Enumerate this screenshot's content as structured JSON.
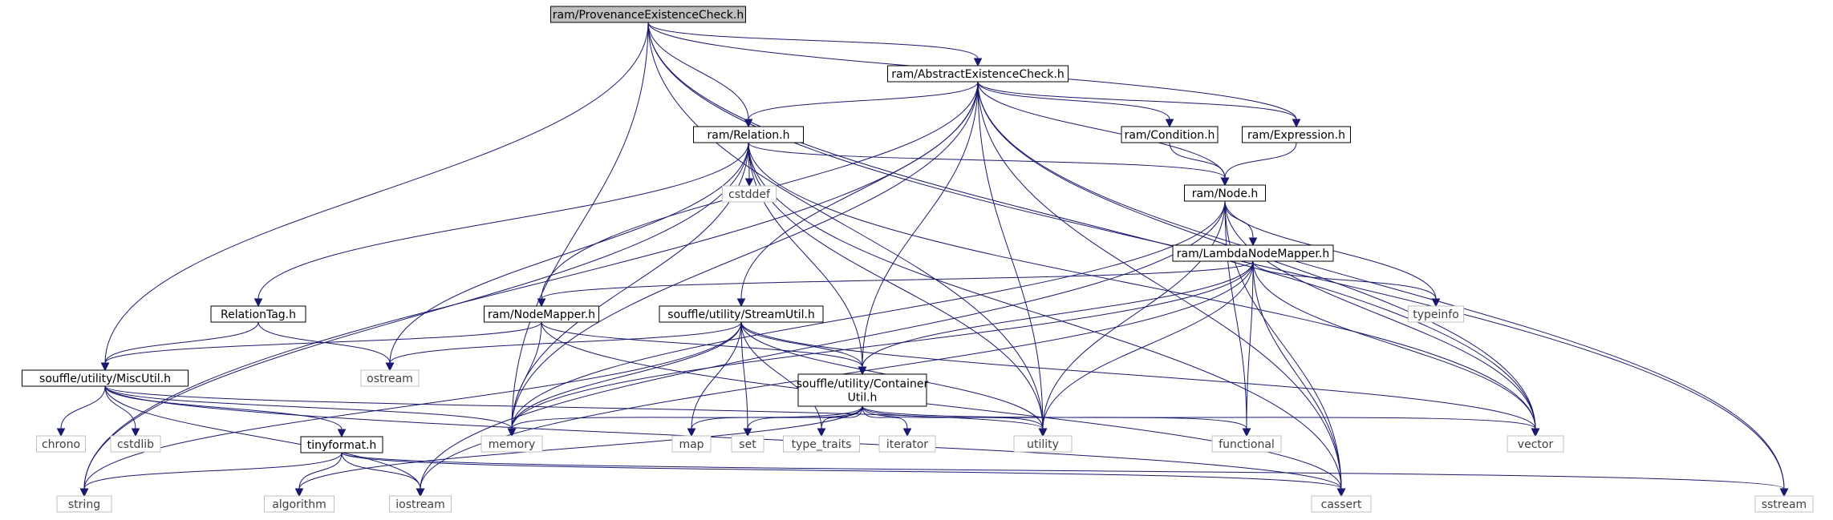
{
  "colors": {
    "edge": "#191970",
    "node_border": "#000000",
    "external_border": "#bfbfbf",
    "external_text": "#3f3f3f",
    "root_fill": "#bfbfbf",
    "node_fill": "#ffffff",
    "text": "#000000"
  },
  "nodes": {
    "root": [
      "ram/ProvenanceExistenceCheck.h"
    ],
    "abstract": [
      "ram/AbstractExistenceCheck.h"
    ],
    "relation": [
      "ram/Relation.h"
    ],
    "condition": [
      "ram/Condition.h"
    ],
    "expression": [
      "ram/Expression.h"
    ],
    "node": [
      "ram/Node.h"
    ],
    "lambda": [
      "ram/LambdaNodeMapper.h"
    ],
    "reltag": [
      "RelationTag.h"
    ],
    "nodemapper": [
      "ram/NodeMapper.h"
    ],
    "streamutil": [
      "souffle/utility/StreamUtil.h"
    ],
    "container": [
      "souffle/utility/Container",
      "Util.h"
    ],
    "miscutil": [
      "souffle/utility/MiscUtil.h"
    ],
    "tinyformat": [
      "tinyformat.h"
    ],
    "cstddef": [
      "cstddef"
    ],
    "typeinfo": [
      "typeinfo"
    ],
    "ostream": [
      "ostream"
    ],
    "chrono": [
      "chrono"
    ],
    "cstdlib": [
      "cstdlib"
    ],
    "memory": [
      "memory"
    ],
    "map": [
      "map"
    ],
    "set": [
      "set"
    ],
    "type_traits": [
      "type_traits"
    ],
    "iterator": [
      "iterator"
    ],
    "utility": [
      "utility"
    ],
    "functional": [
      "functional"
    ],
    "vector": [
      "vector"
    ],
    "string": [
      "string"
    ],
    "algorithm": [
      "algorithm"
    ],
    "iostream": [
      "iostream"
    ],
    "cassert": [
      "cassert"
    ],
    "sstream": [
      "sstream"
    ]
  },
  "edges": [
    [
      "root",
      "abstract"
    ],
    [
      "root",
      "relation"
    ],
    [
      "root",
      "expression"
    ],
    [
      "root",
      "miscutil"
    ],
    [
      "root",
      "memory"
    ],
    [
      "root",
      "utility"
    ],
    [
      "root",
      "vector"
    ],
    [
      "root",
      "sstream"
    ],
    [
      "abstract",
      "relation"
    ],
    [
      "abstract",
      "condition"
    ],
    [
      "abstract",
      "expression"
    ],
    [
      "abstract",
      "node"
    ],
    [
      "abstract",
      "nodemapper"
    ],
    [
      "abstract",
      "streamutil"
    ],
    [
      "abstract",
      "container"
    ],
    [
      "abstract",
      "memory"
    ],
    [
      "abstract",
      "utility"
    ],
    [
      "abstract",
      "vector"
    ],
    [
      "abstract",
      "string"
    ],
    [
      "abstract",
      "cassert"
    ],
    [
      "abstract",
      "sstream"
    ],
    [
      "relation",
      "reltag"
    ],
    [
      "relation",
      "cstddef"
    ],
    [
      "relation",
      "node"
    ],
    [
      "relation",
      "container"
    ],
    [
      "relation",
      "memory"
    ],
    [
      "relation",
      "ostream"
    ],
    [
      "relation",
      "string"
    ],
    [
      "relation",
      "utility"
    ],
    [
      "relation",
      "cassert"
    ],
    [
      "relation",
      "vector"
    ],
    [
      "condition",
      "node"
    ],
    [
      "expression",
      "node"
    ],
    [
      "node",
      "lambda"
    ],
    [
      "node",
      "typeinfo"
    ],
    [
      "node",
      "memory"
    ],
    [
      "node",
      "utility"
    ],
    [
      "node",
      "vector"
    ],
    [
      "node",
      "functional"
    ],
    [
      "node",
      "cassert"
    ],
    [
      "node",
      "iostream"
    ],
    [
      "lambda",
      "nodemapper"
    ],
    [
      "lambda",
      "container"
    ],
    [
      "lambda",
      "typeinfo"
    ],
    [
      "lambda",
      "memory"
    ],
    [
      "lambda",
      "utility"
    ],
    [
      "lambda",
      "functional"
    ],
    [
      "lambda",
      "vector"
    ],
    [
      "lambda",
      "cassert"
    ],
    [
      "lambda",
      "iostream"
    ],
    [
      "reltag",
      "miscutil"
    ],
    [
      "reltag",
      "ostream"
    ],
    [
      "nodemapper",
      "miscutil"
    ],
    [
      "nodemapper",
      "container"
    ],
    [
      "nodemapper",
      "memory"
    ],
    [
      "nodemapper",
      "cassert"
    ],
    [
      "streamutil",
      "container"
    ],
    [
      "streamutil",
      "ostream"
    ],
    [
      "streamutil",
      "map"
    ],
    [
      "streamutil",
      "set"
    ],
    [
      "streamutil",
      "type_traits"
    ],
    [
      "streamutil",
      "utility"
    ],
    [
      "streamutil",
      "vector"
    ],
    [
      "streamutil",
      "memory"
    ],
    [
      "streamutil",
      "string"
    ],
    [
      "container",
      "memory"
    ],
    [
      "container",
      "map"
    ],
    [
      "container",
      "set"
    ],
    [
      "container",
      "type_traits"
    ],
    [
      "container",
      "iterator"
    ],
    [
      "container",
      "utility"
    ],
    [
      "container",
      "functional"
    ],
    [
      "container",
      "vector"
    ],
    [
      "container",
      "algorithm"
    ],
    [
      "miscutil",
      "tinyformat"
    ],
    [
      "miscutil",
      "chrono"
    ],
    [
      "miscutil",
      "cstdlib"
    ],
    [
      "miscutil",
      "memory"
    ],
    [
      "miscutil",
      "utility"
    ],
    [
      "miscutil",
      "iostream"
    ],
    [
      "miscutil",
      "cassert"
    ],
    [
      "tinyformat",
      "algorithm"
    ],
    [
      "tinyformat",
      "iostream"
    ],
    [
      "tinyformat",
      "string"
    ],
    [
      "tinyformat",
      "cassert"
    ],
    [
      "tinyformat",
      "sstream"
    ]
  ]
}
